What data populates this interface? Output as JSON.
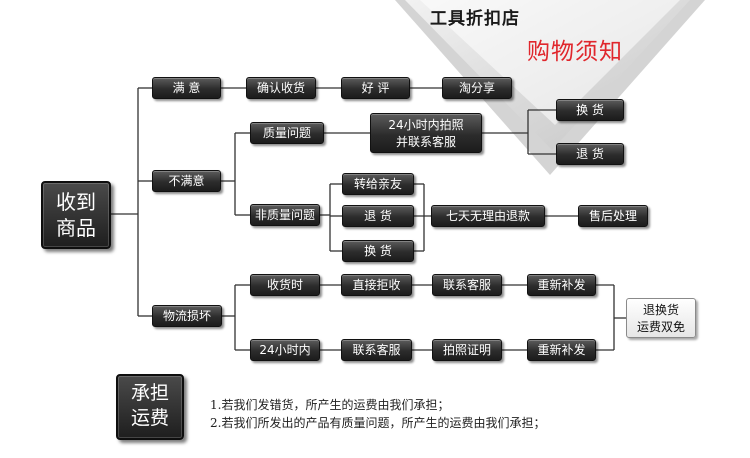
{
  "header": {
    "shop_name": "工具折扣店",
    "title": "购物须知"
  },
  "root": {
    "lines": [
      "收到",
      "商品"
    ]
  },
  "branch_satisfied": {
    "label": "满 意",
    "steps": [
      "确认收货",
      "好 评",
      "淘分享"
    ]
  },
  "branch_unsatisfied": {
    "label": "不满意",
    "quality": {
      "label": "质量问题",
      "action": [
        "24小时内拍照",
        "并联系客服"
      ],
      "results": [
        "换 货",
        "退 货"
      ]
    },
    "non_quality": {
      "label": "非质量问题",
      "options": [
        "转给亲友",
        "退 货",
        "换 货"
      ],
      "policy": "七天无理由退款",
      "after": "售后处理"
    }
  },
  "branch_logistics": {
    "label": "物流损坏",
    "on_receipt": {
      "label": "收货时",
      "steps": [
        "直接拒收",
        "联系客服",
        "重新补发"
      ]
    },
    "within_24h": {
      "label": "24小时内",
      "steps": [
        "联系客服",
        "拍照证明",
        "重新补发"
      ]
    },
    "result": [
      "退换货",
      "运费双免"
    ]
  },
  "shipping": {
    "label": [
      "承担",
      "运费"
    ],
    "notes": [
      "1.若我们发错货，所产生的运费由我们承担；",
      "2.若我们所发出的产品有质量问题，所产生的运费由我们承担；"
    ]
  }
}
